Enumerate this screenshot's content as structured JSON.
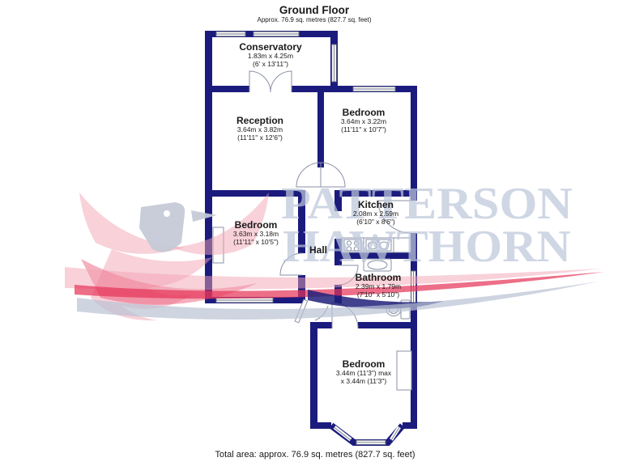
{
  "page": {
    "title": "Ground Floor",
    "subtitle": "Approx. 76.9 sq. metres (827.7 sq. feet)",
    "footer": "Total area: approx. 76.9 sq. metres (827.7 sq. feet)"
  },
  "watermark": {
    "line1": "PATTERSON",
    "line2": "HAWTHORN"
  },
  "rooms": {
    "conservatory": {
      "name": "Conservatory",
      "metric": "1.83m x 4.25m",
      "imperial": "(6' x 13'11\")"
    },
    "reception": {
      "name": "Reception",
      "metric": "3.64m x 3.82m",
      "imperial": "(11'11\" x 12'6\")"
    },
    "bedroom_top": {
      "name": "Bedroom",
      "metric": "3.64m x 3.22m",
      "imperial": "(11'11\" x 10'7\")"
    },
    "kitchen": {
      "name": "Kitchen",
      "metric": "2.08m x 2.59m",
      "imperial": "(6'10\" x 8'6\")"
    },
    "bedroom_middle": {
      "name": "Bedroom",
      "metric": "3.63m x 3.18m",
      "imperial": "(11'11\" x 10'5\")"
    },
    "hall": {
      "name": "Hall"
    },
    "bathroom": {
      "name": "Bathroom",
      "metric": "2.39m x 1.79m",
      "imperial": "(7'10\" x 5'10\")"
    },
    "bedroom_bottom": {
      "name": "Bedroom",
      "metric": "3.44m (11'3\") max",
      "imperial": "x 3.44m (11'3\")"
    }
  },
  "colors": {
    "wall": "#1b1b7e",
    "fixture": "#8a92a6",
    "winline": "#6b7280",
    "text": "#1a1a1a",
    "wm_text": "#bdc6da",
    "wm_pink": "#f2a4b4",
    "wm_red": "#e6365a",
    "wm_navy": "#20207a",
    "wm_gray": "#b9c2d3",
    "wm_head": "#c3c9d6"
  }
}
